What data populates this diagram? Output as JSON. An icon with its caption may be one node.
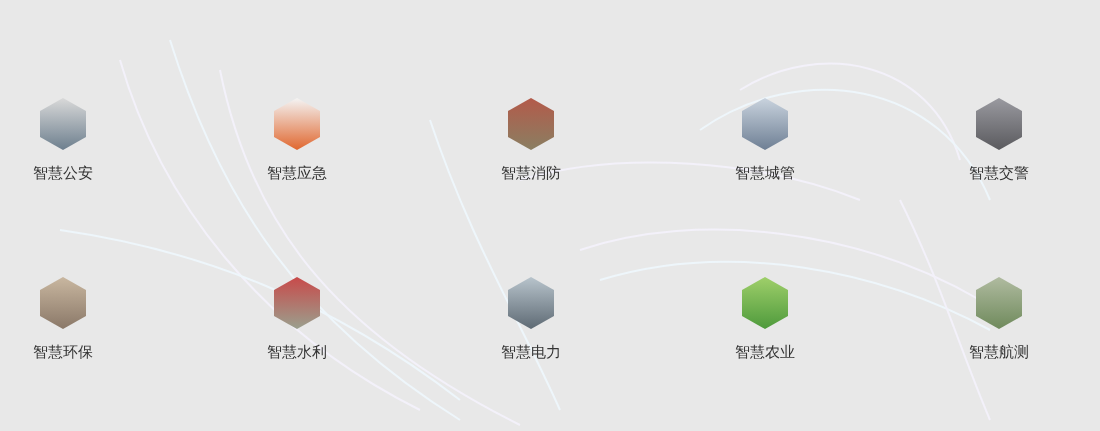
{
  "diagram": {
    "nodes": [
      {
        "text": [
          "智慧公安"
        ]
      },
      {
        "text": [
          "智慧应急"
        ]
      },
      {
        "text": [
          "智慧消防"
        ]
      },
      {
        "text": [
          "智慧城管"
        ]
      },
      {
        "text": [
          "智慧交警"
        ]
      },
      {
        "text": [
          "智慧环保"
        ]
      },
      {
        "text": [
          "智慧水利"
        ]
      },
      {
        "text": [
          "智慧电力"
        ]
      },
      {
        "text": [
          "智慧农业"
        ]
      },
      {
        "text": [
          "智慧航测"
        ]
      }
    ]
  }
}
